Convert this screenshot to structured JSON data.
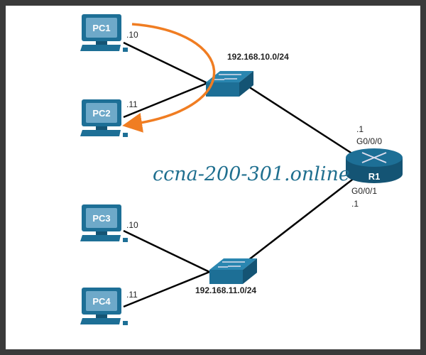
{
  "colors": {
    "device": "#1d6f96",
    "device_dark": "#145474",
    "screen": "#6ea9c9",
    "link": "#000000",
    "arrow": "#f07d22",
    "watermark": "#1f6f8f"
  },
  "devices": {
    "pc1": {
      "label": "PC1",
      "ip": ".10"
    },
    "pc2": {
      "label": "PC2",
      "ip": ".11"
    },
    "pc3": {
      "label": "PC3",
      "ip": ".10"
    },
    "pc4": {
      "label": "PC4",
      "ip": ".11"
    },
    "router": {
      "label": "R1",
      "g000": "G0/0/0",
      "g000_ip": ".1",
      "g001": "G0/0/1",
      "g001_ip": ".1"
    }
  },
  "networks": {
    "lan1": "192.168.10.0/24",
    "lan2": "192.168.11.0/24"
  },
  "watermark": "ccna-200-301.online"
}
